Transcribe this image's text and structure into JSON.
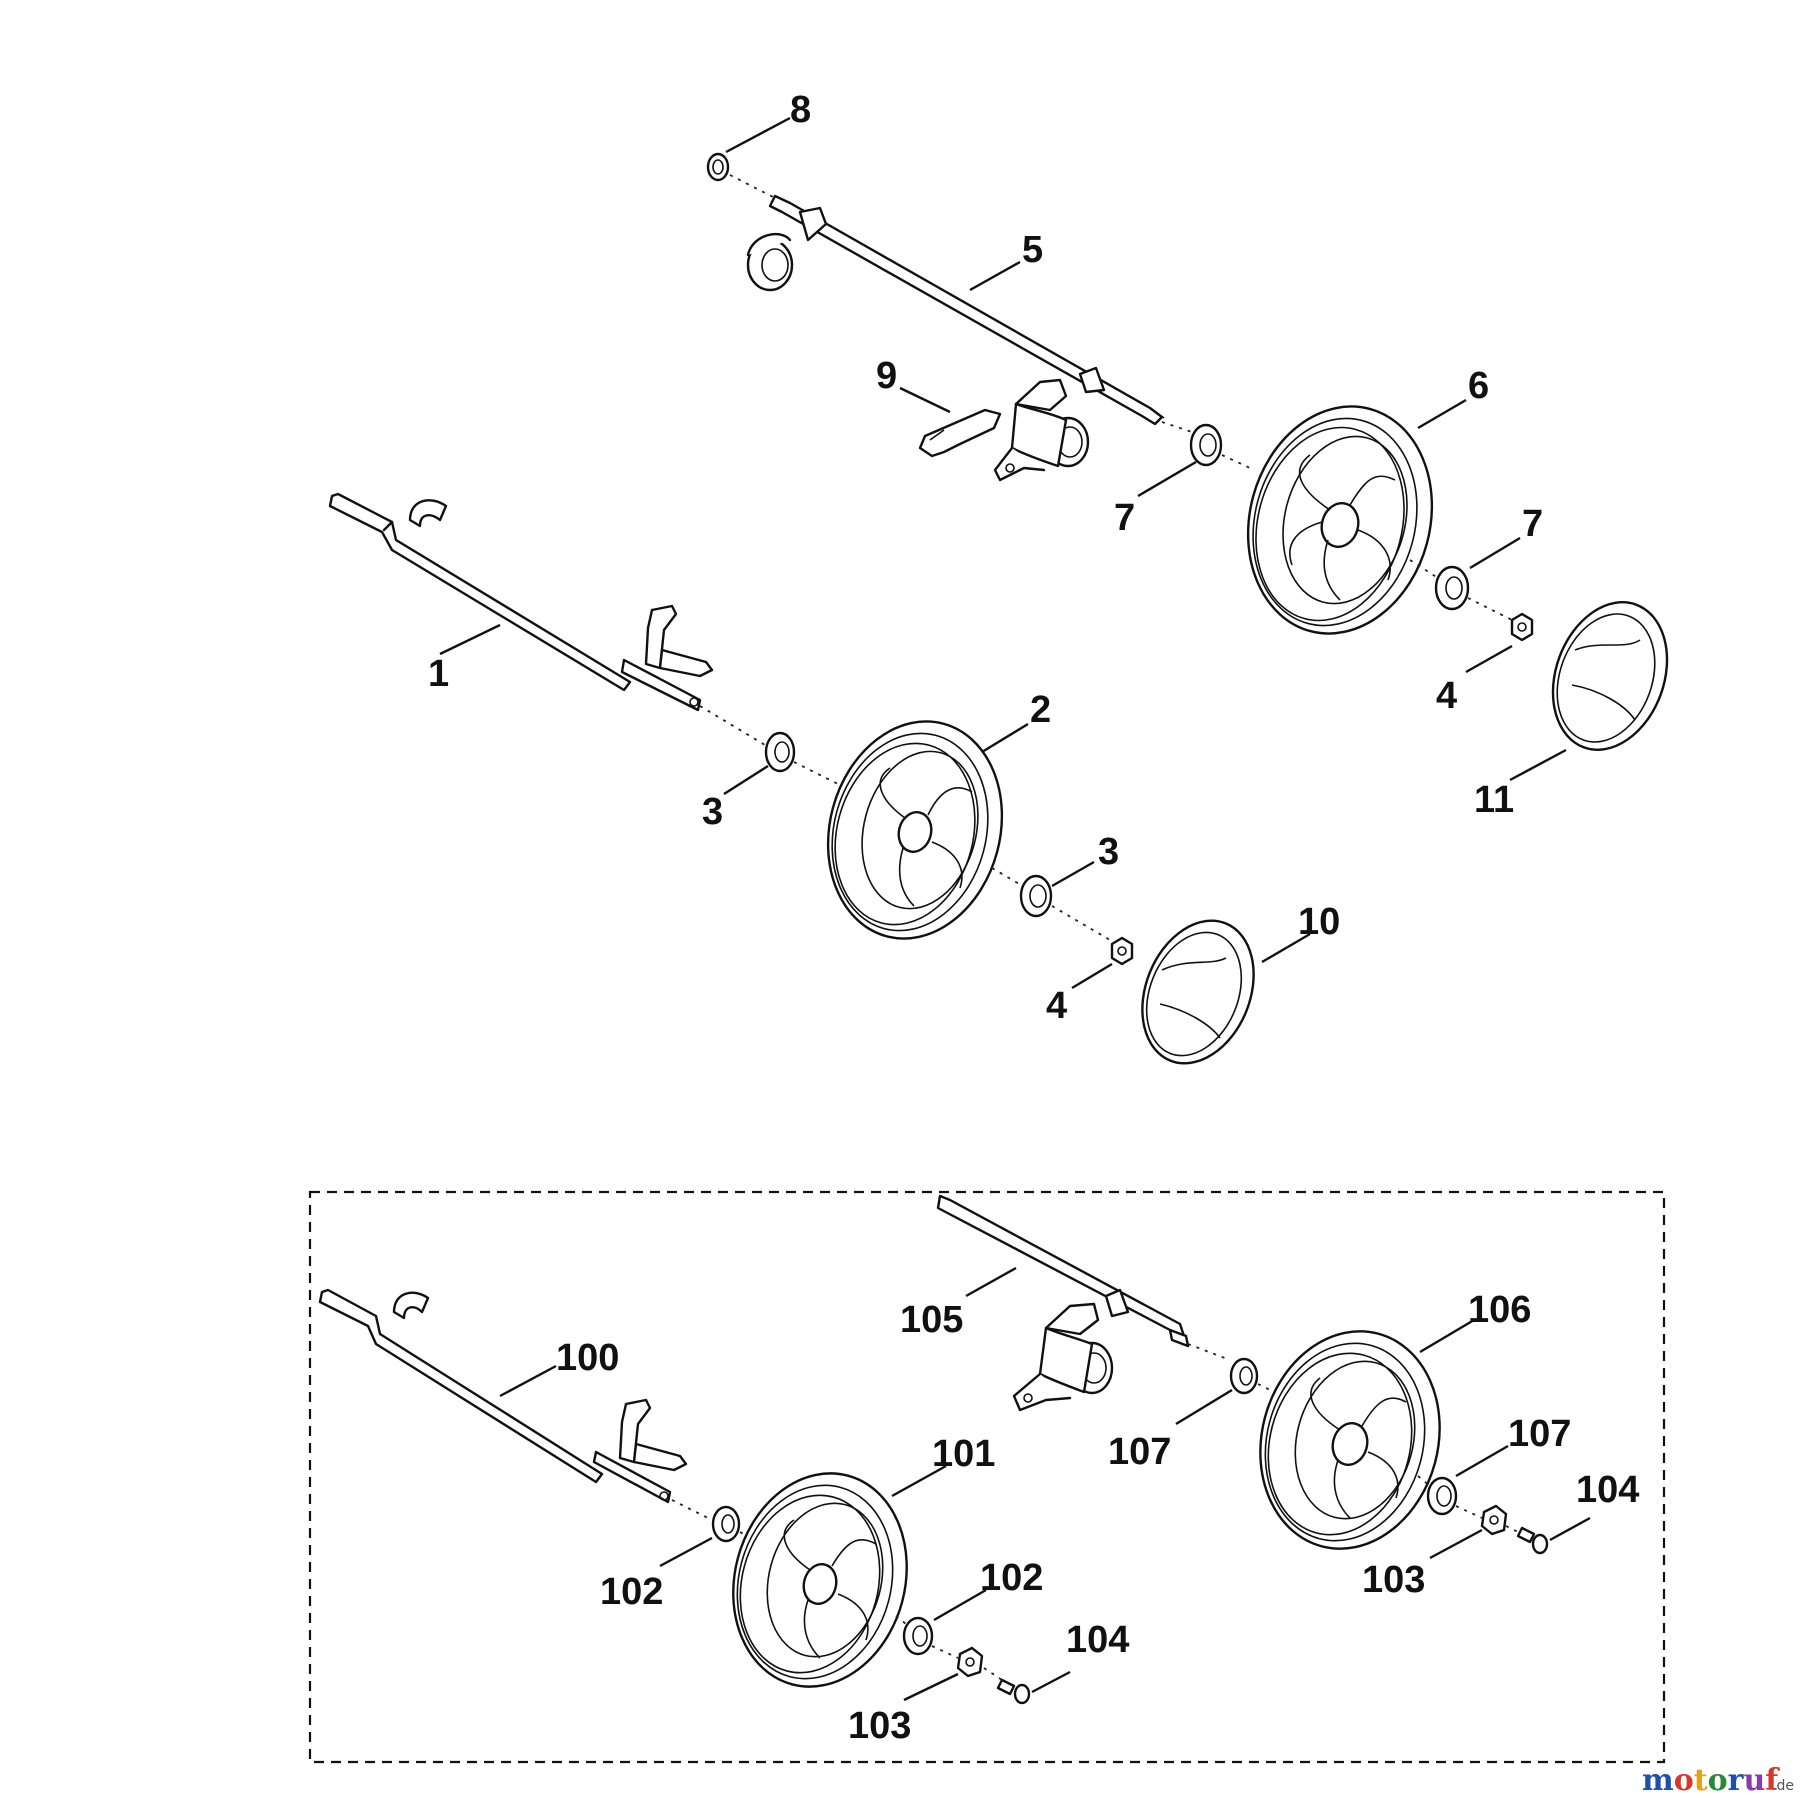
{
  "labels": {
    "l8": "8",
    "l5": "5",
    "l9": "9",
    "l6": "6",
    "l7a": "7",
    "l7b": "7",
    "l1": "1",
    "l2": "2",
    "l3a": "3",
    "l3b": "3",
    "l4a": "4",
    "l4b": "4",
    "l10": "10",
    "l11": "11",
    "l100": "100",
    "l101": "101",
    "l102a": "102",
    "l102b": "102",
    "l103a": "103",
    "l103b": "103",
    "l104a": "104",
    "l104b": "104",
    "l105": "105",
    "l106": "106",
    "l107a": "107",
    "l107b": "107"
  },
  "watermark": {
    "text_m": "m",
    "text_o": "o",
    "text_t": "t",
    "text_o2": "o",
    "text_r": "r",
    "text_u": "u",
    "text_f": "f",
    "suffix": ".de",
    "colors": [
      "#1f4fa8",
      "#d43a2a",
      "#e0a21a",
      "#2a8a3a",
      "#1f4fa8",
      "#8a3aa8",
      "#d43a2a"
    ]
  }
}
